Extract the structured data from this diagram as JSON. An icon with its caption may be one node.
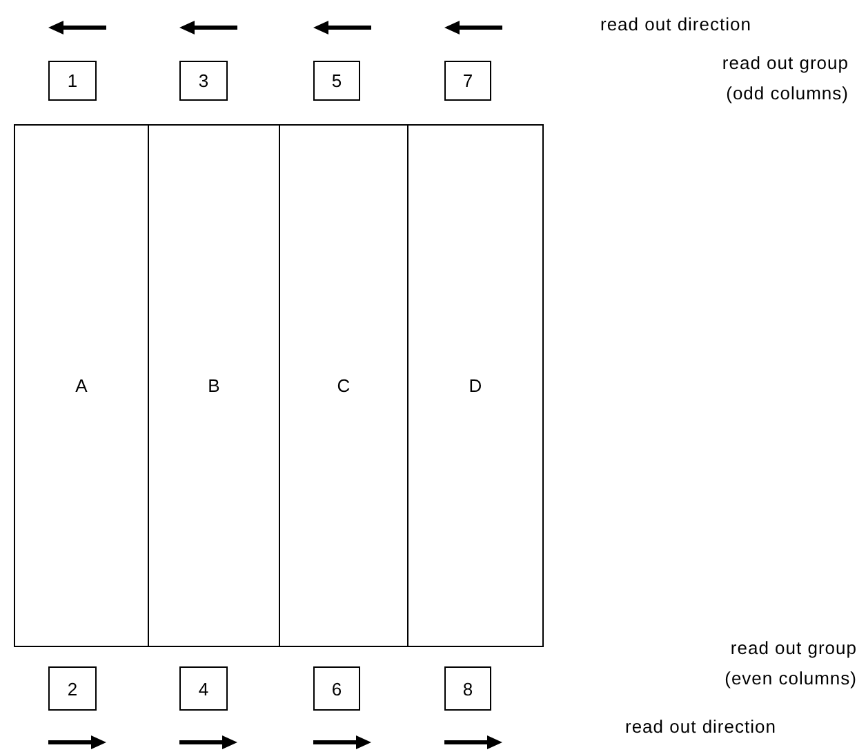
{
  "diagram": {
    "nodes": [
      {
        "text": [
          "1"
        ]
      },
      {
        "text": [
          "3"
        ]
      },
      {
        "text": [
          "5"
        ]
      },
      {
        "text": [
          "7"
        ]
      },
      {
        "text": [
          "A"
        ]
      },
      {
        "text": [
          "B"
        ]
      },
      {
        "text": [
          "C"
        ]
      },
      {
        "text": [
          "D"
        ]
      },
      {
        "text": [
          "2"
        ]
      },
      {
        "text": [
          "4"
        ]
      },
      {
        "text": [
          "6"
        ]
      },
      {
        "text": [
          "8"
        ]
      }
    ],
    "labels": [
      "read out direction",
      "read out group (odd columns)",
      "read out group (even columns)",
      "read out direction"
    ]
  }
}
